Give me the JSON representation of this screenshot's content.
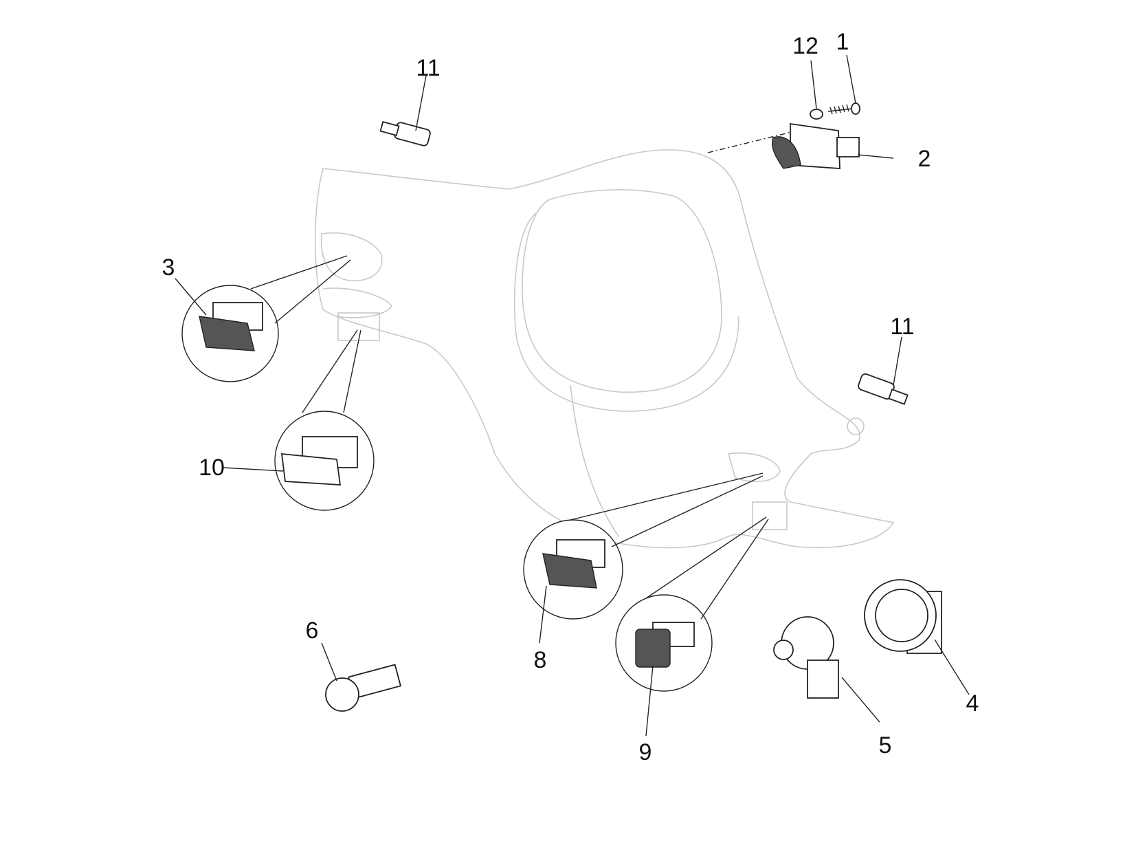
{
  "diagram": {
    "title": "Switches exploded parts diagram",
    "callouts": [
      {
        "id": "c11a",
        "text": "11"
      },
      {
        "id": "c12",
        "text": "12"
      },
      {
        "id": "c1",
        "text": "1"
      },
      {
        "id": "c2",
        "text": "2"
      },
      {
        "id": "c3",
        "text": "3"
      },
      {
        "id": "c11b",
        "text": "11"
      },
      {
        "id": "c10",
        "text": "10"
      },
      {
        "id": "c6",
        "text": "6"
      },
      {
        "id": "c8",
        "text": "8"
      },
      {
        "id": "c9",
        "text": "9"
      },
      {
        "id": "c5",
        "text": "5"
      },
      {
        "id": "c4",
        "text": "4"
      }
    ]
  }
}
